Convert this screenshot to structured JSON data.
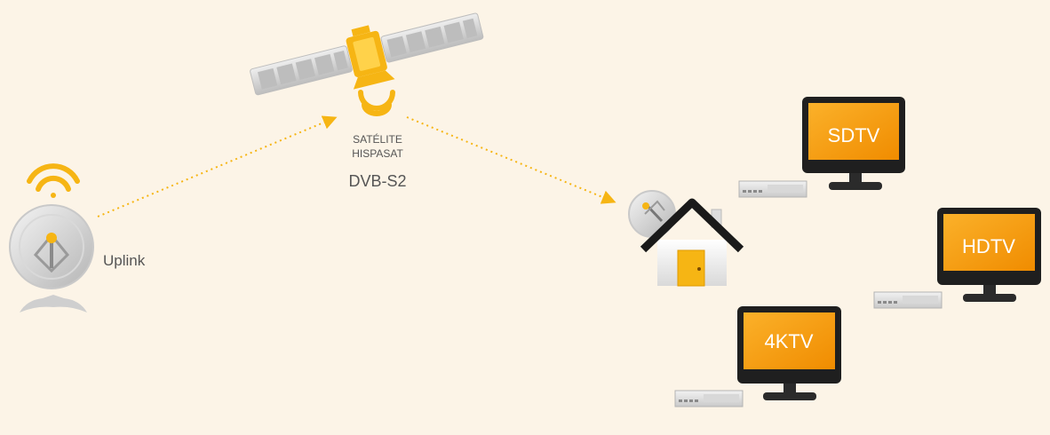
{
  "uplink": {
    "label": "Uplink"
  },
  "satellite": {
    "line1": "SATÉLITE",
    "line2": "HISPASAT",
    "standard": "DVB-S2"
  },
  "tvs": [
    {
      "label": "SDTV"
    },
    {
      "label": "HDTV"
    },
    {
      "label": "4KTV"
    }
  ],
  "colors": {
    "background": "#fcf4e7",
    "accent": "#f6b514",
    "screen": "#f59d0e",
    "dark": "#1f1f1f",
    "text": "#555555"
  }
}
